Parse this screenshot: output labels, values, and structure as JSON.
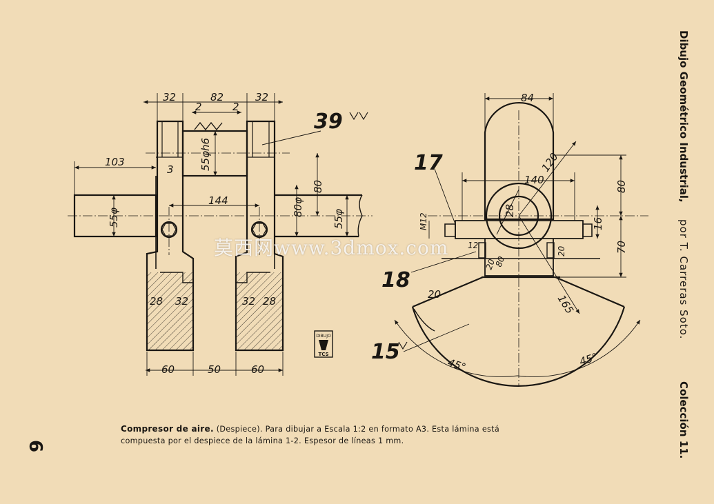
{
  "side_header": {
    "title": "Dibujo Geométrico Industrial,",
    "author": "por T. Carreras Soto.",
    "collection": "Colección 11."
  },
  "page_number": "6",
  "caption": {
    "title": "Compresor de aire.",
    "text": "(Despiece). Para dibujar a Escala 1:2 en formato A3. Esta lámina está compuesta por el despiece de la lámina 1-2. Espesor de líneas 1 mm."
  },
  "left_view": {
    "dims": {
      "d32a": "32",
      "d82": "82",
      "d32b": "32",
      "d2a": "2",
      "d2b": "2",
      "d103": "103",
      "d3": "3",
      "d144": "144",
      "d80v": "80",
      "d80dia": "80φ",
      "d55left": "55φ",
      "d55right": "55φ",
      "d55h6": "55φh6",
      "d28a": "28",
      "d32c": "32",
      "d32d": "32",
      "d28b": "28",
      "d60a": "60",
      "d50": "50",
      "d60b": "60"
    },
    "part_number": "39"
  },
  "right_view": {
    "dims": {
      "d84": "84",
      "d120a": "120",
      "d140": "140",
      "d28": "28",
      "d80": "80",
      "d70": "70",
      "d16": "16",
      "m12": "M12",
      "d12": "12",
      "d20a": "20",
      "d80small": "80",
      "d20b": "20",
      "d165": "165",
      "d20c": "20",
      "d45a": "45°",
      "d45b": "45°"
    },
    "parts": {
      "p17": "17",
      "p18": "18",
      "p15": "15"
    }
  },
  "logo": {
    "top": "DIBUJO",
    "bottom": "TCS"
  },
  "watermark": "莫西网www.3dmox.com"
}
